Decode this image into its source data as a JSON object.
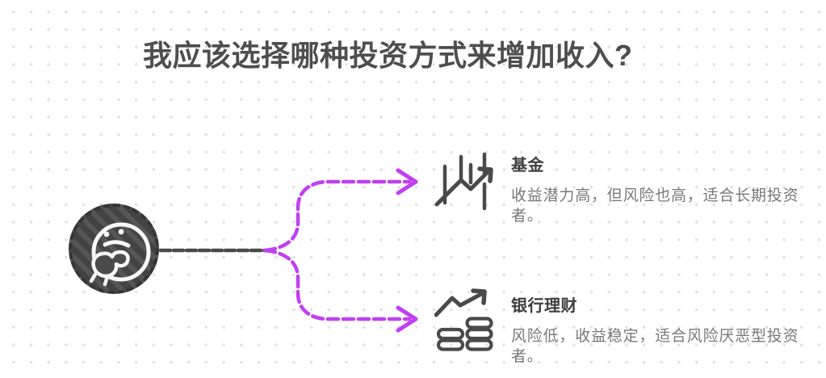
{
  "title": {
    "text": "我应该选择哪种投资方式来增加收入?"
  },
  "colors": {
    "accent_purple": "#c13ff2",
    "line_dark": "#4a4a4a",
    "icon_dark": "#4a4a4a",
    "title_text": "#4e4e4e",
    "heading_text": "#3e3e3e",
    "body_text": "#787878",
    "node_fill": "#4b4b4b",
    "dot_grid": "#e2e2e2"
  },
  "root": {
    "icon": "thinking-face-icon"
  },
  "branches": [
    {
      "icon": "candlestick-chart-icon",
      "title": "基金",
      "description": "收益潜力高，但风险也高，适合长期投资者。"
    },
    {
      "icon": "coin-stack-growth-icon",
      "title": "银行理财",
      "description": "风险低，收益稳定，适合风险厌恶型投资者。"
    }
  ]
}
